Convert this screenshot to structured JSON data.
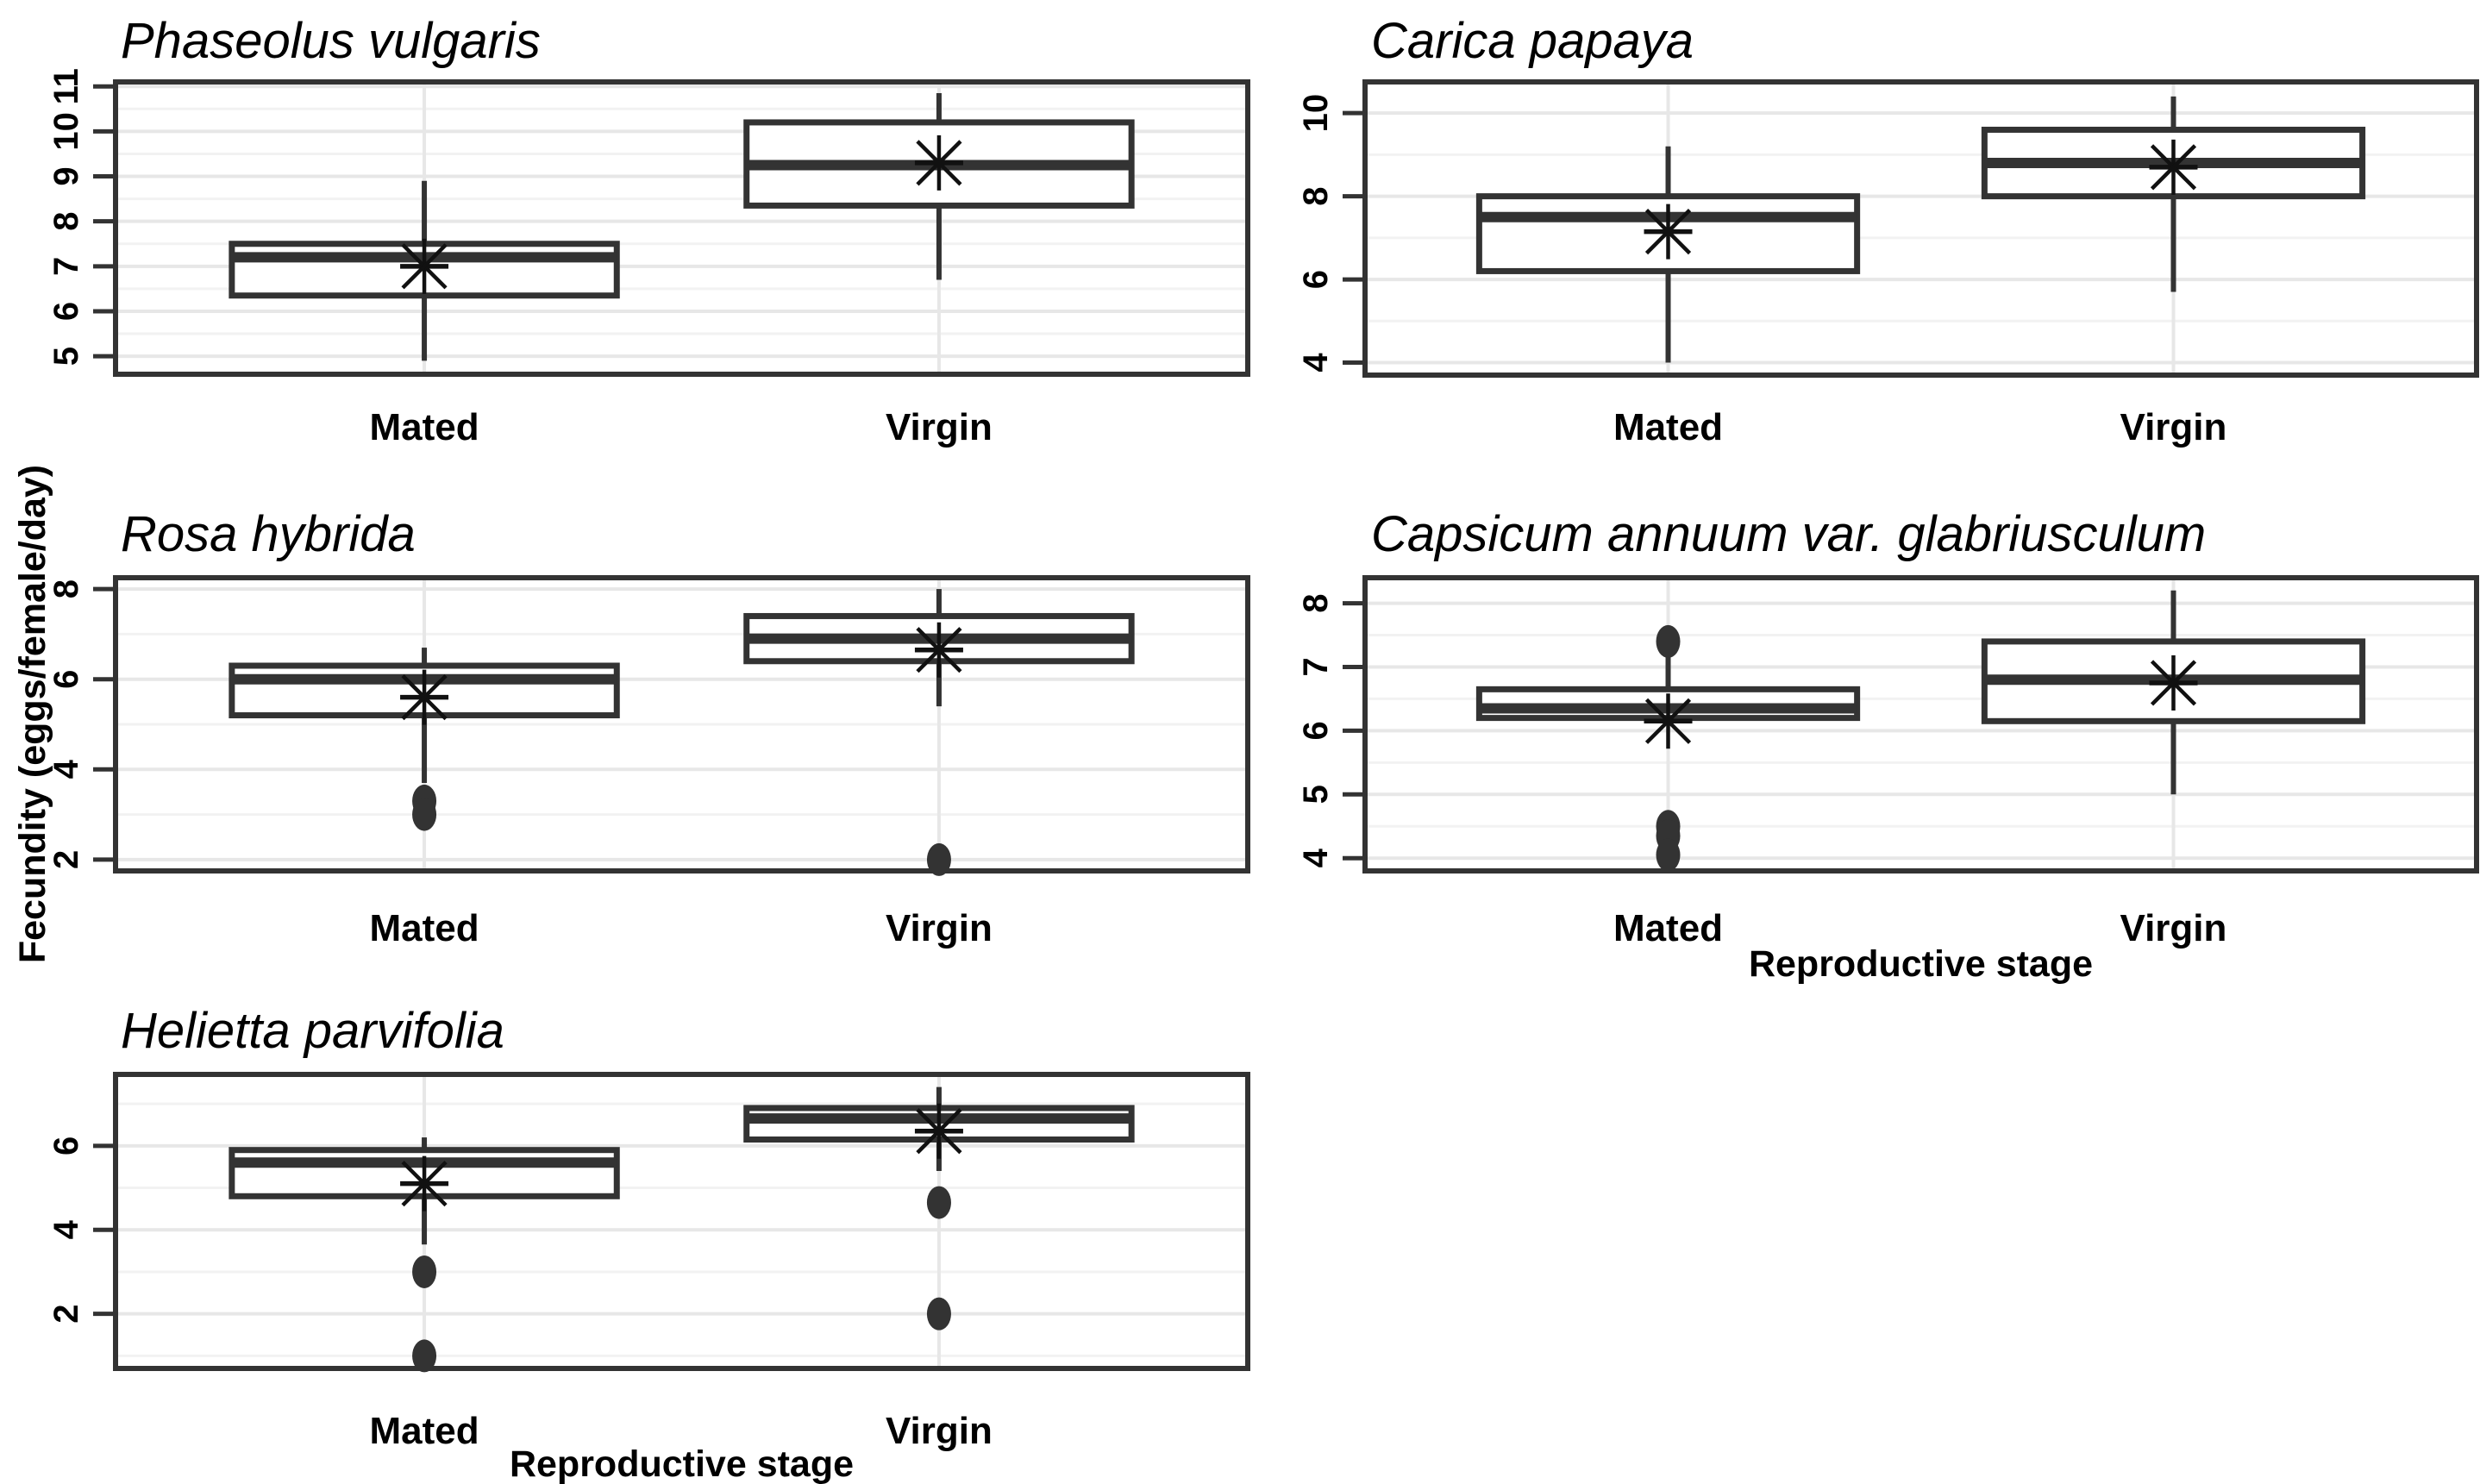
{
  "figure": {
    "ylabel": "Fecundity (eggs/female/day)",
    "xlabel": "Reproductive stage",
    "colors": {
      "line": "#333333",
      "text": "#000000",
      "box_fill": "#ffffff",
      "grid_major": "#e7e7e7",
      "grid_minor": "#f2f2f2",
      "background": "#ffffff"
    }
  },
  "chart_data": [
    {
      "type": "boxplot",
      "title": "Phaseolus vulgaris",
      "categories": [
        "Mated",
        "Virgin"
      ],
      "ylim": [
        4.6,
        11.1
      ],
      "yticks": [
        5,
        6,
        7,
        8,
        9,
        10,
        11
      ],
      "grid": "horizontal major+minor, vertical at categories",
      "show_xlabel": false,
      "series": [
        {
          "category": "Mated",
          "whisker_low": 4.9,
          "q1": 6.35,
          "median": 7.2,
          "q3": 7.5,
          "whisker_high": 8.9,
          "mean": 7.0,
          "outliers": []
        },
        {
          "category": "Virgin",
          "whisker_low": 6.7,
          "q1": 8.35,
          "median": 9.25,
          "q3": 10.2,
          "whisker_high": 10.85,
          "mean": 9.3,
          "outliers": []
        }
      ]
    },
    {
      "type": "boxplot",
      "title": "Carica papaya",
      "categories": [
        "Mated",
        "Virgin"
      ],
      "ylim": [
        3.7,
        10.75
      ],
      "yticks": [
        4,
        6,
        8,
        10
      ],
      "grid": "horizontal major+minor, vertical at categories",
      "show_xlabel": false,
      "series": [
        {
          "category": "Mated",
          "whisker_low": 4.0,
          "q1": 6.2,
          "median": 7.5,
          "q3": 8.0,
          "whisker_high": 9.2,
          "mean": 7.15,
          "outliers": []
        },
        {
          "category": "Virgin",
          "whisker_low": 5.7,
          "q1": 8.0,
          "median": 8.8,
          "q3": 9.6,
          "whisker_high": 10.4,
          "mean": 8.7,
          "outliers": []
        }
      ]
    },
    {
      "type": "boxplot",
      "title": "Rosa hybrida",
      "categories": [
        "Mated",
        "Virgin"
      ],
      "ylim": [
        1.75,
        8.25
      ],
      "yticks": [
        2,
        4,
        6,
        8
      ],
      "grid": "horizontal major+minor, vertical at categories",
      "show_xlabel": false,
      "series": [
        {
          "category": "Mated",
          "whisker_low": 3.7,
          "q1": 5.2,
          "median": 6.0,
          "q3": 6.3,
          "whisker_high": 6.7,
          "mean": 5.6,
          "outliers": [
            3.3,
            3.0
          ]
        },
        {
          "category": "Virgin",
          "whisker_low": 5.4,
          "q1": 6.4,
          "median": 6.9,
          "q3": 7.4,
          "whisker_high": 8.0,
          "mean": 6.65,
          "outliers": [
            2.0
          ]
        }
      ]
    },
    {
      "type": "boxplot",
      "title": "Capsicum annuum var. glabriusculum",
      "categories": [
        "Mated",
        "Virgin"
      ],
      "ylim": [
        3.8,
        8.4
      ],
      "yticks": [
        4,
        5,
        6,
        7,
        8
      ],
      "grid": "horizontal major+minor, vertical at categories",
      "show_xlabel": true,
      "series": [
        {
          "category": "Mated",
          "whisker_low": 6.15,
          "q1": 6.2,
          "median": 6.35,
          "q3": 6.65,
          "whisker_high": 7.25,
          "mean": 6.15,
          "outliers": [
            7.4,
            4.5,
            4.35,
            4.05
          ]
        },
        {
          "category": "Virgin",
          "whisker_low": 5.0,
          "q1": 6.15,
          "median": 6.8,
          "q3": 7.4,
          "whisker_high": 8.2,
          "mean": 6.75,
          "outliers": []
        }
      ]
    },
    {
      "type": "boxplot",
      "title": "Helietta parvifolia",
      "categories": [
        "Mated",
        "Virgin"
      ],
      "ylim": [
        0.7,
        7.7
      ],
      "yticks": [
        2,
        4,
        6
      ],
      "grid": "horizontal major+minor, vertical at categories",
      "show_xlabel": true,
      "series": [
        {
          "category": "Mated",
          "whisker_low": 3.65,
          "q1": 4.8,
          "median": 5.6,
          "q3": 5.9,
          "whisker_high": 6.2,
          "mean": 5.1,
          "outliers": [
            3.0,
            1.0
          ]
        },
        {
          "category": "Virgin",
          "whisker_low": 5.4,
          "q1": 6.15,
          "median": 6.65,
          "q3": 6.9,
          "whisker_high": 7.4,
          "mean": 6.35,
          "outliers": [
            4.65,
            2.0
          ]
        }
      ]
    }
  ]
}
